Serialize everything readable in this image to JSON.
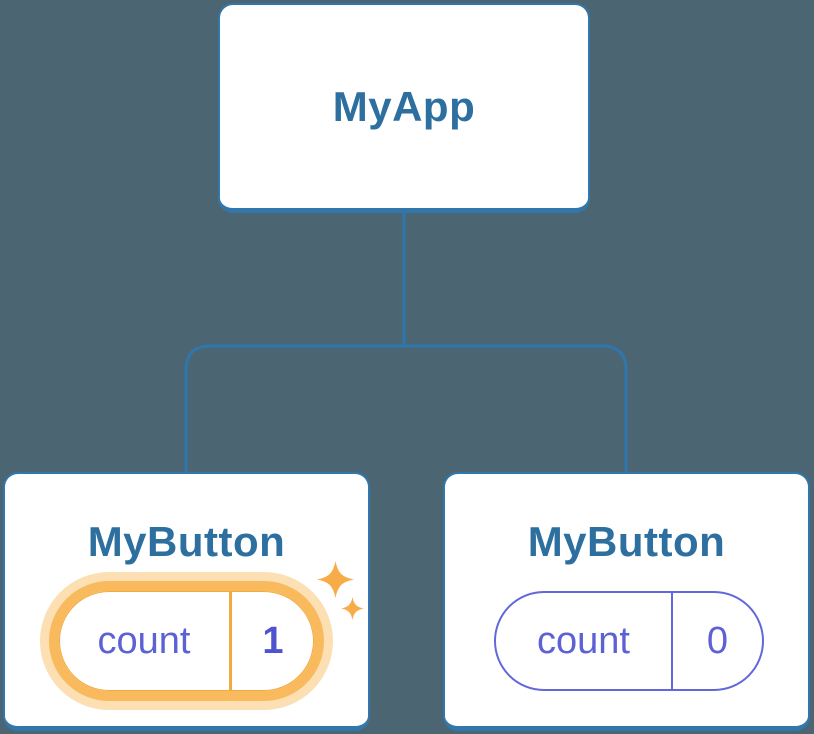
{
  "diagram": {
    "type": "component-tree",
    "root": {
      "label": "MyApp"
    },
    "children": [
      {
        "label": "MyButton",
        "state": {
          "key": "count",
          "value": "1"
        },
        "highlighted": true,
        "icon": "sparkles-icon"
      },
      {
        "label": "MyButton",
        "state": {
          "key": "count",
          "value": "0"
        },
        "highlighted": false
      }
    ]
  },
  "colors": {
    "background": "#4b6672",
    "card_background": "#ffffff",
    "card_border_blue": "#3277ab",
    "connector_blue": "#2f76ac",
    "label_blue": "#2d6f9f",
    "state_purple": "#5c61d4",
    "state_value_purple": "#5053ce",
    "pill_border_purple": "#6267da",
    "highlight_orange": "#f9ba5e",
    "highlight_halo_orange": "#fcdfb2",
    "sparkle_orange": "#f7ac47"
  }
}
